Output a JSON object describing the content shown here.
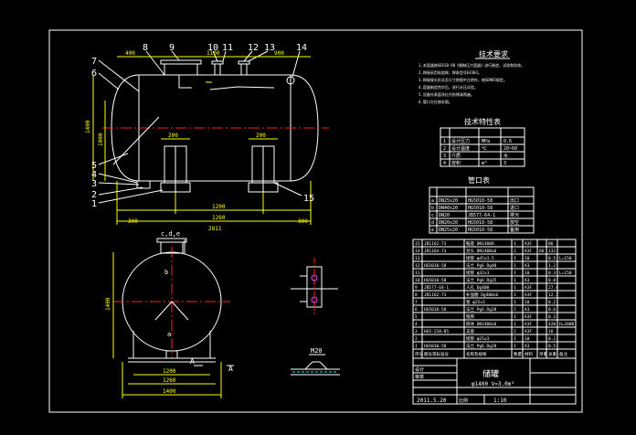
{
  "balloons": [
    "8",
    "9",
    "10",
    "11",
    "12",
    "13",
    "14",
    "7",
    "6",
    "5",
    "4",
    "3",
    "2",
    "1",
    "15"
  ],
  "dims_front": {
    "top_left": "400",
    "top_mid": "1100",
    "top_right": "900",
    "height_left": "1400",
    "height_small": "1000",
    "leg_w1": "200",
    "leg_w2": "200",
    "bottom1": "1200",
    "bottom2": "1260",
    "bottom_total": "2811",
    "left_small": "300",
    "right_small": "300"
  },
  "dims_side": {
    "height": "1400",
    "bottom1": "1200",
    "bottom2": "1260",
    "bottom3": "1400",
    "section_label": "A",
    "tag_a": "a",
    "tag_b": "b",
    "tag_c": "c,d,e"
  },
  "detail_labels": {
    "m20": "M20"
  },
  "tech_req": {
    "title": "技术要求",
    "lines": [
      "1.本容器按GB150-98《钢制压力容器》进行制造、试验和验收。",
      "2.焊接采用电弧焊，焊条型号E4303。",
      "3.焊接接头形式及尺寸除图中注明外，按GB985规定。",
      "4.容器制造完毕后，进行水压试验。",
      "5.设备外表面涂红丹防锈漆两遍。",
      "6.管口方位按本图。"
    ]
  },
  "tech_char": {
    "title": "技术特性表",
    "rows": [
      [
        "1",
        "设计压力",
        "MPa",
        "0.6"
      ],
      [
        "2",
        "设计温度",
        "℃",
        "20~60"
      ],
      [
        "3",
        "介质",
        "",
        "水"
      ],
      [
        "4",
        "容积",
        "m³",
        "3"
      ]
    ]
  },
  "nozzle_table": {
    "title": "管口表",
    "rows": [
      [
        "a",
        "DN25x20",
        "HG5010-58",
        "出口"
      ],
      [
        "b",
        "DN40x20",
        "HG5010-58",
        "进口"
      ],
      [
        "c",
        "DN20",
        "JB577-64-1",
        "排污"
      ],
      [
        "d",
        "DN20x20",
        "HG5010-58",
        "放空"
      ],
      [
        "e",
        "DN25x20",
        "HG5010-58",
        "备用"
      ]
    ]
  },
  "bom": {
    "rows": [
      [
        "15",
        "JB1162-73",
        "鞍座 DN1400A",
        "1",
        "A3F",
        "",
        "86",
        ""
      ],
      [
        "14",
        "JB1164-73",
        "封头 DN1400x6",
        "2",
        "A3F",
        "66",
        "132",
        ""
      ],
      [
        "13",
        "",
        "接管 φ45x3.5",
        "1",
        "10",
        "",
        "0.5",
        "L=150"
      ],
      [
        "12",
        "HG5010-58",
        "法兰 Pg6 Dg40",
        "1",
        "A3",
        "",
        "1.2",
        ""
      ],
      [
        "11",
        "",
        "接管 φ32x3",
        "1",
        "10",
        "",
        "0.3",
        "L=150"
      ],
      [
        "10",
        "HG5010-58",
        "法兰 Pg6 Dg25",
        "1",
        "A3",
        "",
        "0.8",
        ""
      ],
      [
        "9",
        "JB577-64-1",
        "人孔 Dg400",
        "1",
        "A3F",
        "",
        "27.4",
        ""
      ],
      [
        "8",
        "JB1162-73",
        "补强圈 Dg400x6",
        "1",
        "A3F",
        "",
        "12.3",
        ""
      ],
      [
        "7",
        "",
        "管 φ25x3",
        "1",
        "10",
        "",
        "0.2",
        ""
      ],
      [
        "6",
        "HG5010-58",
        "法兰 Pg6 Dg20",
        "2",
        "A3",
        "",
        "0.6",
        ""
      ],
      [
        "5",
        "",
        "铭牌",
        "1",
        "A3F",
        "",
        "0.3",
        ""
      ],
      [
        "4",
        "",
        "筒体 DN1400x6",
        "1",
        "A3F",
        "",
        "420",
        "H=2000"
      ],
      [
        "3",
        "HG5-218-85",
        "支座",
        "2",
        "A3F",
        "",
        "16",
        ""
      ],
      [
        "2",
        "",
        "接管 φ25x3",
        "1",
        "10",
        "",
        "0.2",
        ""
      ],
      [
        "1",
        "HG5010-58",
        "法兰 Pg6 Dg20",
        "1",
        "A3",
        "",
        "0.5",
        ""
      ]
    ],
    "header": [
      "序号",
      "图号或标准号",
      "名称及规格",
      "数量",
      "材料",
      "单重",
      "总重",
      "备注"
    ]
  },
  "title_block": {
    "name": "储罐",
    "spec": "φ1400 V=3.0m³",
    "date": "2011.5.20",
    "scale": "1:10",
    "scale_label": "比例",
    "design": "设计",
    "check": "审核"
  }
}
